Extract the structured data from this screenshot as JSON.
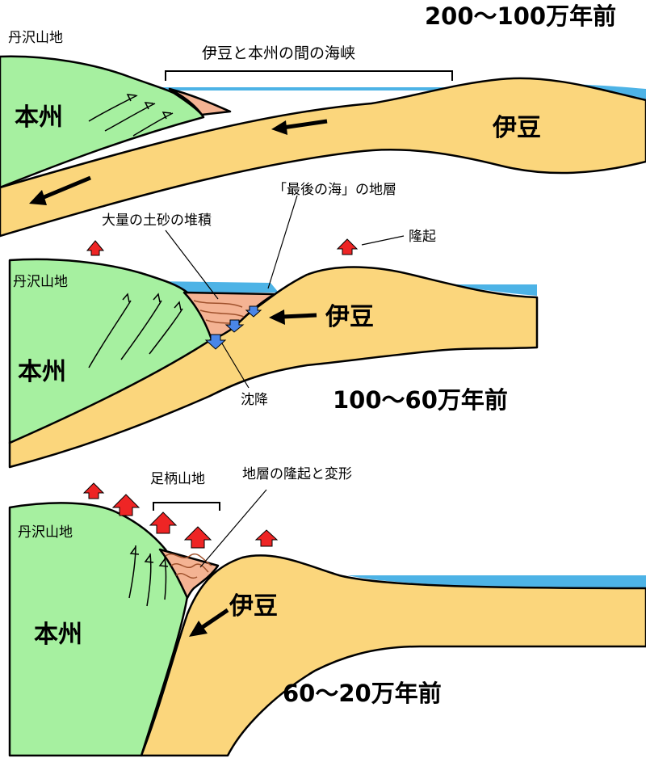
{
  "colors": {
    "honshu": "#a6f0a0",
    "izu": "#fbd67c",
    "sea": "#4db3e6",
    "sediment": "#f4b393",
    "uplift": "#ee2525",
    "subsidence": "#4a86e8"
  },
  "panels": {
    "p1": {
      "era": "200～100万年前",
      "tanzawa": "丹沢山地",
      "honshu": "本州",
      "izu": "伊豆",
      "strait": "伊豆と本州の間の海峡"
    },
    "p2": {
      "era": "100～60万年前",
      "tanzawa": "丹沢山地",
      "honshu": "本州",
      "izu": "伊豆",
      "last_sea": "「最後の海」の地層",
      "sediment": "大量の土砂の堆積",
      "uplift": "隆起",
      "subsidence": "沈降"
    },
    "p3": {
      "era": "60～20万年前",
      "tanzawa": "丹沢山地",
      "honshu": "本州",
      "izu": "伊豆",
      "ashigara": "足柄山地",
      "deform": "地層の隆起と変形"
    }
  }
}
